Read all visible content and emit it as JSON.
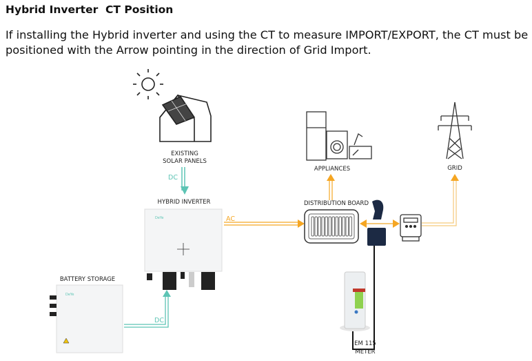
{
  "header": {
    "title": "Hybrid Inverter  CT Position",
    "description": "If installing the Hybrid inverter and using the CT to measure IMPORT/EXPORT, the CT must be positioned with the Arrow pointing in the direction of Grid Import."
  },
  "diagram": {
    "labels": {
      "solar_line1": "EXISTING",
      "solar_line2": "SOLAR PANELS",
      "inverter": "HYBRID  INVERTER",
      "distribution_board": "DISTRIBUTION BOARD",
      "appliances": "APPLIANCES",
      "grid": "GRID",
      "battery": "BATTERY STORAGE",
      "meter_line1": "EM 115",
      "meter_line2": "METER"
    },
    "flows": {
      "solar_to_inverter": "DC",
      "inverter_to_board": "AC",
      "battery_to_inverter": "DC"
    },
    "colors": {
      "dc": "#5cc4b4",
      "ac": "#f5a623",
      "ct_clamp": "#1c2a44",
      "wire": "#111111",
      "outline": "#333333"
    }
  }
}
